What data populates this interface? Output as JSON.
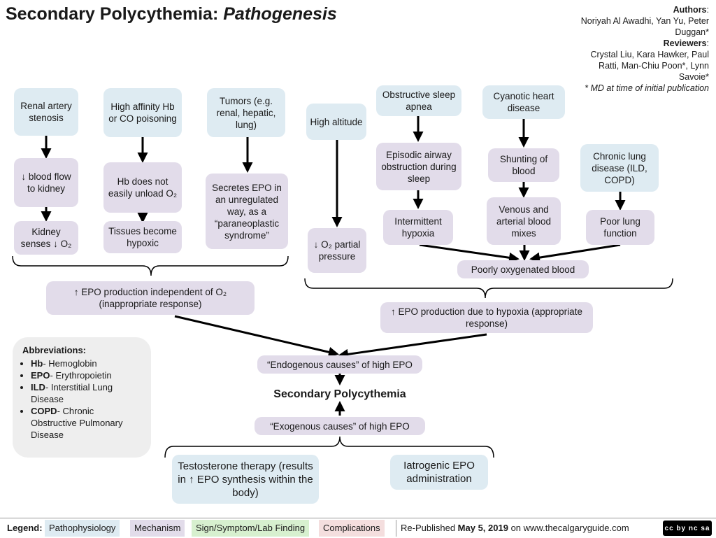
{
  "title": {
    "main": "Secondary Polycythemia:",
    "sub": "Pathogenesis"
  },
  "authors": {
    "authors_label": "Authors",
    "authors_names": "Noriyah Al Awadhi, Yan Yu, Peter Duggan*",
    "reviewers_label": "Reviewers",
    "reviewers_names": "Crystal Liu, Kara Hawker, Paul Ratti, Man-Chiu Poon*, Lynn Savoie*",
    "note": "* MD at time of initial publication"
  },
  "nodes": {
    "renal_artery": "Renal artery stenosis",
    "blood_flow": "↓ blood flow to kidney",
    "kidney_senses": "Kidney senses ↓ O₂",
    "high_affinity": "High affinity Hb or CO poisoning",
    "hb_not_unload": "Hb does not easily unload O₂",
    "tissues_hypoxic": "Tissues become hypoxic",
    "tumors": "Tumors (e.g. renal, hepatic, lung)",
    "secretes_epo": "Secretes EPO in an unregulated way, as a “paraneoplastic syndrome”",
    "high_altitude": "High altitude",
    "o2_partial": "↓ O₂ partial pressure",
    "osa": "Obstructive sleep apnea",
    "episodic": "Episodic airway obstruction during sleep",
    "intermittent": "Intermittent hypoxia",
    "cyanotic": "Cyanotic heart disease",
    "shunting": "Shunting of blood",
    "venous_arterial": "Venous and arterial blood mixes",
    "chronic_lung": "Chronic lung disease (ILD, COPD)",
    "poor_lung": "Poor lung function",
    "poorly_oxygenated": "Poorly oxygenated blood",
    "epo_independent": "↑ EPO production independent of O₂ (inappropriate response)",
    "epo_hypoxia": "↑ EPO production due to hypoxia (appropriate response)",
    "endogenous": "“Endogenous causes” of high EPO",
    "secondary_polycythemia": "Secondary Polycythemia",
    "exogenous": "“Exogenous causes” of high EPO",
    "testosterone": "Testosterone therapy (results in ↑ EPO synthesis within the body)",
    "iatrogenic": "Iatrogenic EPO administration"
  },
  "abbreviations": {
    "heading": "Abbreviations:",
    "items": [
      {
        "term": "Hb",
        "def": "- Hemoglobin"
      },
      {
        "term": "EPO",
        "def": "- Erythropoietin"
      },
      {
        "term": "ILD",
        "def": "- Interstitial Lung Disease"
      },
      {
        "term": "COPD",
        "def": "- Chronic Obstructive Pulmonary Disease"
      }
    ]
  },
  "legend": {
    "label": "Legend:",
    "pathophysiology": "Pathophysiology",
    "mechanism": "Mechanism",
    "sign_symptom": "Sign/Symptom/Lab Finding",
    "complications": "Complications",
    "republished_prefix": "Re-Published",
    "republished_date": "May 5, 2019",
    "republished_suffix": "on www.thecalgaryguide.com",
    "license": "cc by nc sa"
  },
  "colors": {
    "pathophysiology": "#deebf2",
    "mechanism": "#e2dcea",
    "sign_symptom": "#d7f0cf",
    "complications": "#f4dede",
    "grey": "#eeeeee"
  }
}
